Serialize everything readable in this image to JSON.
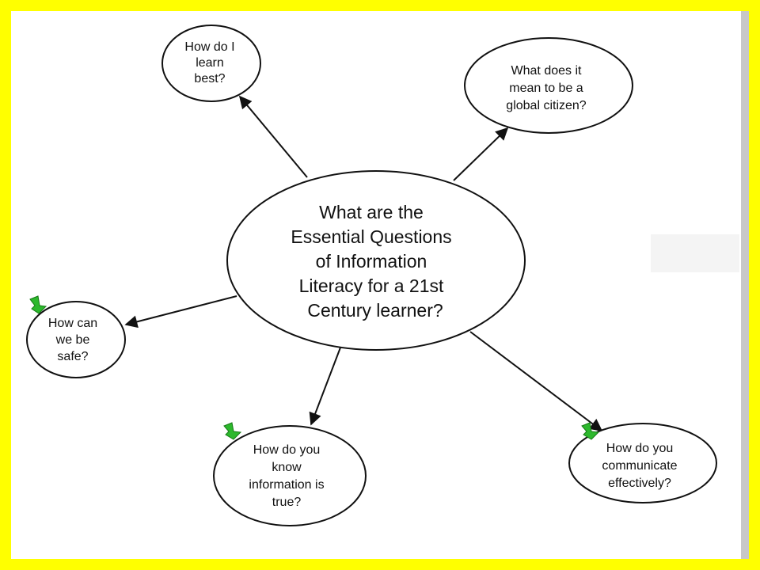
{
  "diagram": {
    "central": {
      "lines": [
        "What are the",
        "Essential Questions",
        "of Information",
        "Literacy for a 21st",
        "Century learner?"
      ]
    },
    "nodes": [
      {
        "id": "learn-best",
        "lines": [
          "How do I",
          "learn",
          "best?"
        ],
        "flag": false
      },
      {
        "id": "global-citizen",
        "lines": [
          "What does it",
          "mean to be a",
          "global citizen?"
        ],
        "flag": false
      },
      {
        "id": "be-safe",
        "lines": [
          "How can",
          "we be",
          "safe?"
        ],
        "flag": true
      },
      {
        "id": "info-true",
        "lines": [
          "How do you",
          "know",
          "information is",
          "true?"
        ],
        "flag": true
      },
      {
        "id": "communicate",
        "lines": [
          "How do you",
          "communicate",
          "effectively?"
        ],
        "flag": true
      }
    ],
    "colors": {
      "border": "#ffff00",
      "background": "#ffffff",
      "flag_green": "#2db82d",
      "stroke": "#111111"
    }
  }
}
